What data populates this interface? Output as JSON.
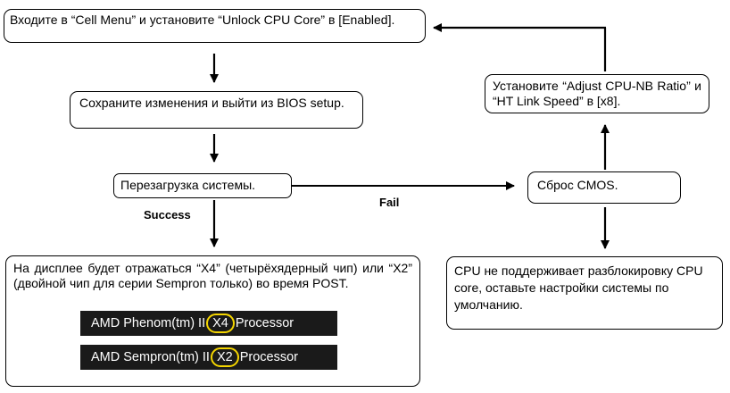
{
  "steps": {
    "enter_cell_menu": "Входите в “Cell Menu” и установите “Unlock CPU Core” в [Enabled].",
    "save_exit": "Сохраните изменения и выйти из BIOS setup.",
    "reboot": "Перезагрузка системы.",
    "clear_cmos": "Сброс CMOS.",
    "adjust_ratio": "Установите “Adjust CPU-NB Ratio” и “HT Link Speed” в [x8].",
    "display_result": "На дисплее будет отражаться “X4” (четырёхядерный чип) или “X2” (двойной чип для серии Sempron только) во время POST.",
    "not_supported": "CPU не поддерживает разблокировку CPU core, оставьте настройки системы по умолчанию."
  },
  "labels": {
    "success": "Success",
    "fail": "Fail"
  },
  "post_screens": [
    {
      "prefix": "AMD Phenom(tm) II",
      "highlight": "X4",
      "suffix": "Processor"
    },
    {
      "prefix": "AMD Sempron(tm) II",
      "highlight": "X2",
      "suffix": "Processor"
    }
  ],
  "colors": {
    "highlight_ring": "#f4d500",
    "post_bar_bg": "#1a1a1a",
    "post_bar_text": "#ffffff"
  }
}
